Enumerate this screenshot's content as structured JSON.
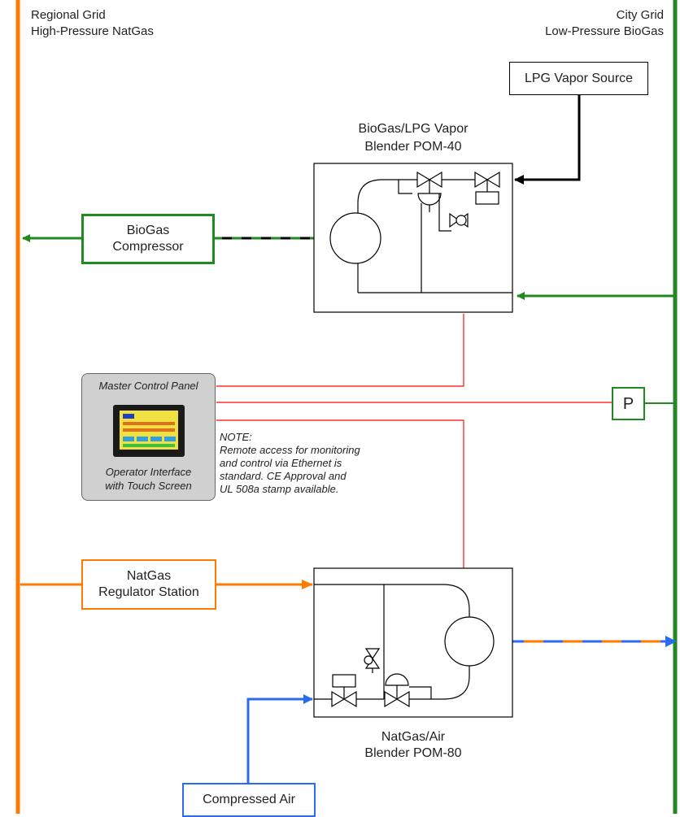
{
  "grids": {
    "regional": {
      "line1": "Regional Grid",
      "line2": "High-Pressure NatGas",
      "color": "#ff7a00"
    },
    "city": {
      "line1": "City Grid",
      "line2": "Low-Pressure BioGas",
      "color": "#1f8a1f"
    }
  },
  "lpg_source": {
    "label": "LPG Vapor Source"
  },
  "biogas_blender": {
    "line1": "BioGas/LPG Vapor",
    "line2": "Blender POM-40"
  },
  "biogas_compressor": {
    "line1": "BioGas",
    "line2": "Compressor"
  },
  "master_panel": {
    "title": "Master Control Panel",
    "caption_line1": "Operator Interface",
    "caption_line2": "with Touch Screen"
  },
  "pressure_sensor": {
    "label": "P"
  },
  "note": {
    "title": "NOTE:",
    "lines": [
      "Remote access for monitoring",
      "and control via Ethernet is",
      "standard. CE Approval and",
      "UL 508a stamp available."
    ]
  },
  "natgas_regulator": {
    "line1": "NatGas",
    "line2": "Regulator Station"
  },
  "natgas_blender": {
    "line1": "NatGas/Air",
    "line2": "Blender POM-80"
  },
  "compressed_air": {
    "label": "Compressed Air"
  },
  "colors": {
    "natgas": "#ff7a00",
    "biogas": "#1f8a1f",
    "air": "#2a6cf0",
    "control": "#ff3030",
    "lpg": "#000000"
  }
}
